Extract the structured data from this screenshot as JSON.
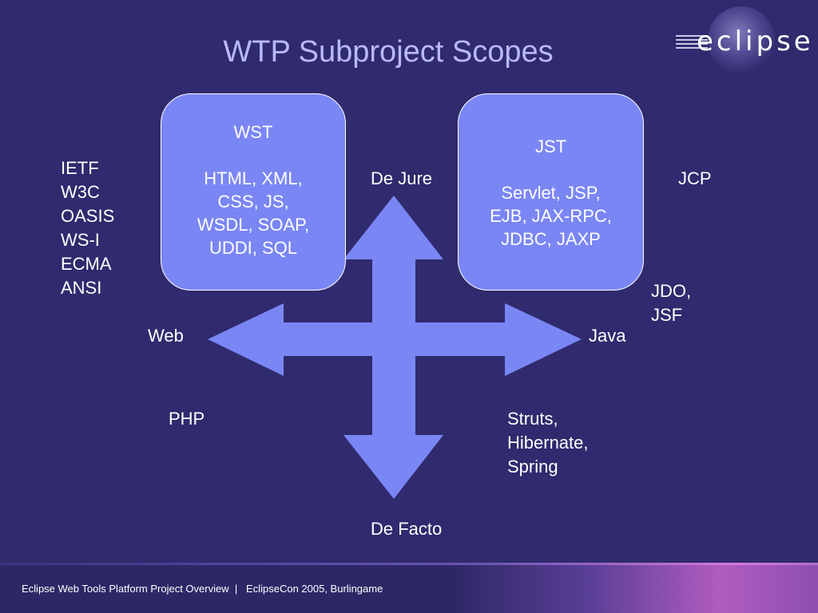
{
  "slide": {
    "title": "WTP Subproject Scopes",
    "logo_text": "eclipse",
    "footer": "Eclipse Web Tools Platform Project Overview  |   EclipseCon 2005, Burlingame"
  },
  "diagram": {
    "wst_box": {
      "heading": "WST",
      "lines": [
        "HTML, XML,",
        "CSS, JS,",
        "WSDL, SOAP,",
        "UDDI, SQL"
      ]
    },
    "jst_box": {
      "heading": "JST",
      "lines": [
        "Servlet, JSP,",
        "EJB, JAX-RPC,",
        "JDBC, JAXP"
      ]
    },
    "axis_labels": {
      "top": "De Jure",
      "bottom": "De Facto",
      "left": "Web",
      "right": "Java"
    },
    "standards_bodies": [
      "IETF",
      "W3C",
      "OASIS",
      "WS-I",
      "ECMA",
      "ANSI"
    ],
    "jcp": "JCP",
    "jdo_jsf": [
      "JDO,",
      "JSF"
    ],
    "php": "PHP",
    "java_frameworks": [
      "Struts,",
      "Hibernate,",
      "Spring"
    ]
  },
  "colors": {
    "background": "#302a6e",
    "box_fill": "#7a86f4",
    "arrow_fill": "#7a86f4",
    "title": "#b9b9ff"
  }
}
